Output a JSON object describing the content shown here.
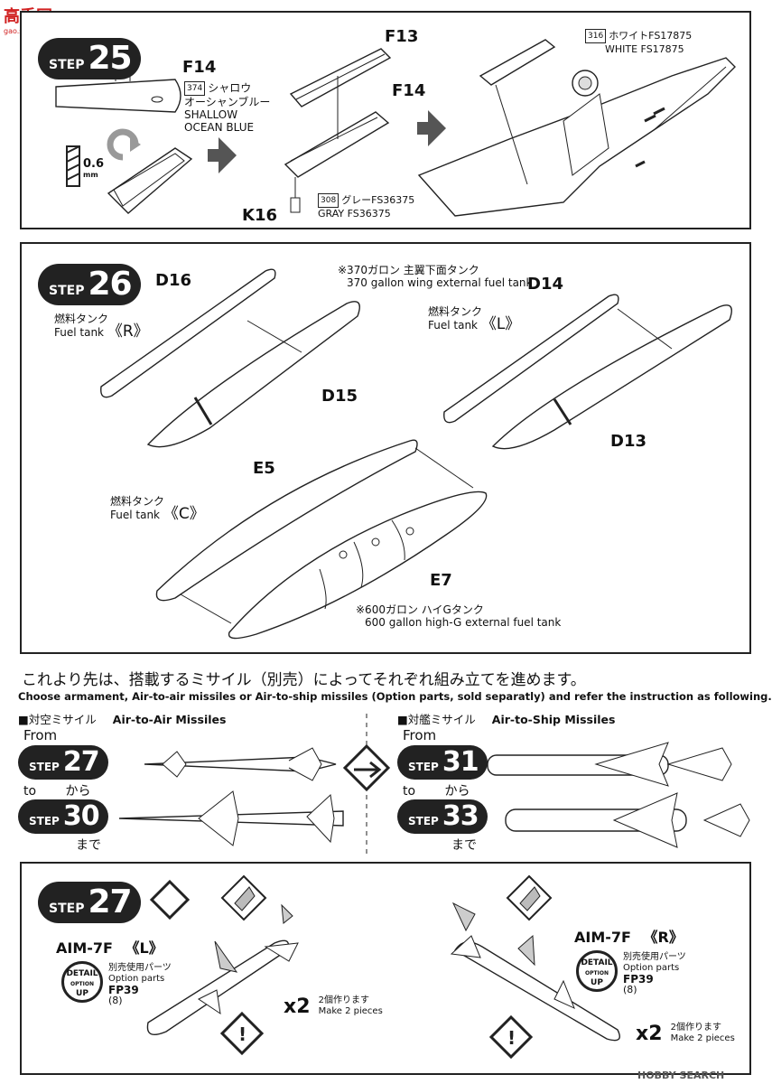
{
  "watermark": {
    "top": "高手网",
    "sub": "gao.shou.com"
  },
  "step25": {
    "word": "STEP",
    "num": "25",
    "f14_left": "F14",
    "f13": "F13",
    "f14_right": "F14",
    "k16": "K16",
    "paint374_code": "374",
    "paint374_jp": "シャロウ\nオーシャンブルー",
    "paint374_en": "SHALLOW\nOCEAN BLUE",
    "drill": "0.6",
    "drill_unit": "mm",
    "paint308_code": "308",
    "paint308_jp": "グレーFS36375",
    "paint308_en": "GRAY FS36375",
    "paint316_code": "316",
    "paint316_jp": "ホワイトFS17875",
    "paint316_en": "WHITE FS17875"
  },
  "step26": {
    "word": "STEP",
    "num": "26",
    "note370_jp": "※370ガロン 主翼下面タンク",
    "note370_en": "370 gallon wing external fuel tank",
    "d16": "D16",
    "d15": "D15",
    "d14": "D14",
    "d13": "D13",
    "e5": "E5",
    "e7": "E7",
    "tankR_jp": "燃料タンク",
    "tankR_en": "Fuel tank",
    "tankR_mark": "《R》",
    "tankL_jp": "燃料タンク",
    "tankL_en": "Fuel tank",
    "tankL_mark": "《L》",
    "tankC_jp": "燃料タンク",
    "tankC_en": "Fuel tank",
    "tankC_mark": "《C》",
    "note600_jp": "※600ガロン ハイGタンク",
    "note600_en": "600 gallon high-G external fuel tank"
  },
  "choose": {
    "jp": "これより先は、搭載するミサイル（別売）によってそれぞれ組み立てを進めます。",
    "en": "Choose armament, Air-to-air missiles or Air-to-ship missiles (Option parts, sold separatly) and refer the instruction as following.",
    "aa_jp": "■対空ミサイル",
    "aa_en": "Air-to-Air Missiles",
    "as_jp": "■対艦ミサイル",
    "as_en": "Air-to-Ship Missiles",
    "from": "From",
    "to": "to",
    "kara": "から",
    "made": "まで",
    "aa_from": "27",
    "aa_to": "30",
    "as_from": "31",
    "as_to": "33",
    "word": "STEP"
  },
  "step27": {
    "word": "STEP",
    "num": "27",
    "left_title": "AIM-7F",
    "left_mark": "《L》",
    "right_title": "AIM-7F",
    "right_mark": "《R》",
    "detail": "DETAIL",
    "option": "OPTION",
    "up": "UP",
    "opt_jp": "別売使用パーツ",
    "opt_en": "Option parts",
    "opt_part": "FP39",
    "opt_qty": "(8)",
    "x2": "x2",
    "make_jp": "2個作ります",
    "make_en": "Make 2 pieces"
  },
  "footer": {
    "brand": "HOBBY SEARCH"
  }
}
